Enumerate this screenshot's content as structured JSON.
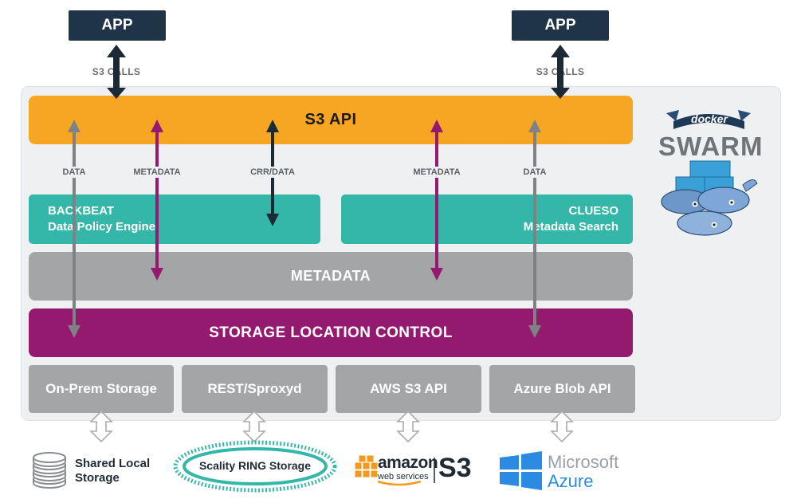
{
  "apps": {
    "left_label": "APP",
    "right_label": "APP",
    "calls_left": "S3 CALLS",
    "calls_right": "S3 CALLS"
  },
  "layers": {
    "s3_api": "S3 API",
    "metadata": "METADATA",
    "storage_location_control": "STORAGE LOCATION CONTROL"
  },
  "services": {
    "backbeat_name": "BACKBEAT",
    "backbeat_desc": "Data Policy Engine",
    "clueso_name": "CLUESO",
    "clueso_desc": "Metadata Search"
  },
  "flows": {
    "data_left": "DATA",
    "metadata_left": "METADATA",
    "crr_data": "CRR/DATA",
    "metadata_right": "METADATA",
    "data_right": "DATA"
  },
  "backends": [
    "On-Prem Storage",
    "REST/Sproxyd",
    "AWS S3 API",
    "Azure Blob API"
  ],
  "providers": {
    "shared_local_line1": "Shared Local",
    "shared_local_line2": "Storage",
    "scality_ring": "Scality RING Storage",
    "amazon_word": "amazon",
    "amazon_sub": "web services",
    "amazon_s3": "S3",
    "microsoft_line1": "Microsoft",
    "microsoft_line2": "Azure"
  },
  "docker_swarm": {
    "docker_word": "docker",
    "swarm_word": "SWARM"
  },
  "colors": {
    "app_navy": "#1f3446",
    "s3_orange": "#f6a623",
    "teal": "#34b7a8",
    "metadata_gray": "#a3a5a7",
    "storage_purple": "#931a6e",
    "data_arrow_gray": "#7f8285",
    "metadata_arrow_purple": "#931a6e",
    "crr_arrow_dark": "#1c2a36",
    "azure_blue": "#2b8be3"
  }
}
